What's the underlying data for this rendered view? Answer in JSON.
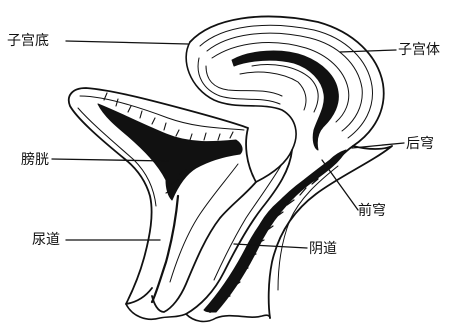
{
  "labels": {
    "fundus": "子宫底",
    "uterine_body": "子宫体",
    "bladder": "膀胱",
    "posterior_fornix": "后穹",
    "anterior_fornix": "前穹",
    "urethra": "尿道",
    "vagina": "阴道"
  },
  "colors": {
    "ink": "#111111",
    "background": "#ffffff"
  }
}
